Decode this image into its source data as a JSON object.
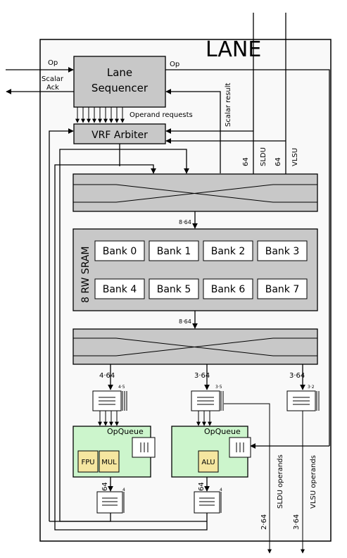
{
  "lane": {
    "title": "LANE"
  },
  "sequencer": {
    "line1": "Lane",
    "line2": "Sequencer"
  },
  "arbiter": {
    "label": "VRF Arbiter"
  },
  "signals": {
    "op_in": "Op",
    "op_out": "Op",
    "scalar": "Scalar",
    "ack": "Ack",
    "operand_requests": "Operand requests",
    "scalar_result": "Scalar result",
    "sldu": "SLDU",
    "vlsu": "VLSU",
    "w64_a": "64",
    "w64_b": "64",
    "w864_top": "8·64",
    "w864_bottom": "8·64",
    "w464": "4·64",
    "w364_mid": "3·64",
    "w364_right": "3·64",
    "q45": "4·5",
    "q35": "3·5",
    "q32": "3·2",
    "w64_fpu": "64",
    "w64_alu": "64",
    "q4_left": "4",
    "q4_right": "4",
    "sldu_operands": "SLDU operands",
    "vlsu_operands": "VLSU operands",
    "w264": "2·64",
    "w364_vlsu": "3·64"
  },
  "sram": {
    "label": "8 RW SRAM",
    "banks": [
      "Bank 0",
      "Bank 1",
      "Bank 2",
      "Bank 3",
      "Bank 4",
      "Bank 5",
      "Bank 6",
      "Bank 7"
    ]
  },
  "opqueue_left": {
    "title": "OpQueue",
    "units": [
      "FPU",
      "MUL"
    ]
  },
  "opqueue_right": {
    "title": "OpQueue",
    "units": [
      "ALU"
    ]
  },
  "colors": {
    "gray": "#c8c8c8",
    "green": "#ccf5cc",
    "unit": "#f5e6a0",
    "lane_bg": "#f9f9f9"
  }
}
